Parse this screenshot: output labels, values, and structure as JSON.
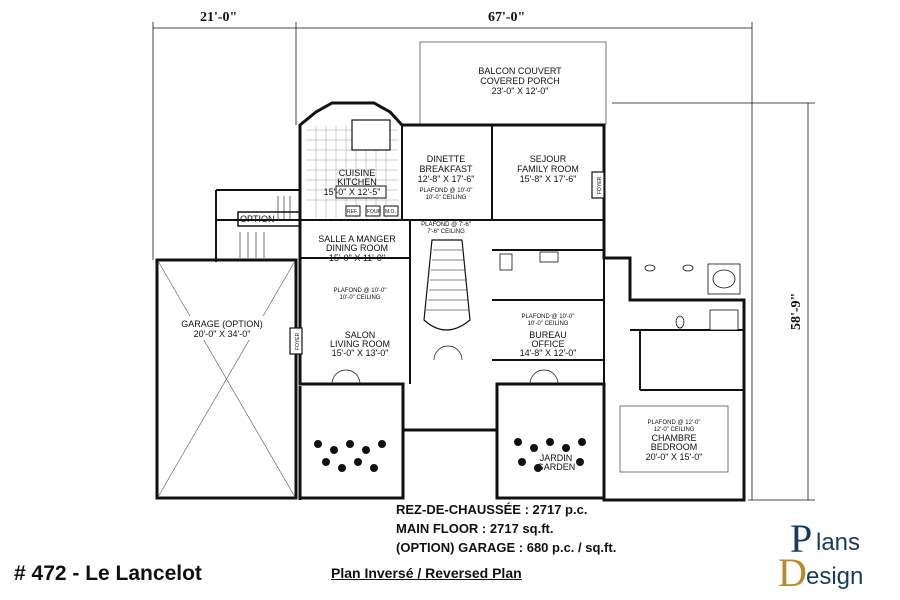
{
  "dimensions": {
    "left_width": "21'-0\"",
    "main_width": "67'-0\"",
    "depth": "58'-9\""
  },
  "rooms": {
    "porch": {
      "fr": "BALCON COUVERT",
      "en": "COVERED PORCH",
      "size": "23'-0\" X 12'-0\""
    },
    "kitchen": {
      "fr": "CUISINE",
      "en": "KITCHEN",
      "size": "15'-0\" X 12'-5\""
    },
    "breakfast": {
      "fr": "DINETTE",
      "en": "BREAKFAST",
      "size": "12'-8\" X 17'-6\"",
      "ceiling": "PLAFOND @ 10'-0\"",
      "ceiling_en": "10'-0\" CEILING"
    },
    "family": {
      "fr": "SEJOUR",
      "en": "FAMILY ROOM",
      "size": "15'-8\" X 17'-6\""
    },
    "option": {
      "label": "OPTION"
    },
    "dining": {
      "fr": "SALLE A MANGER",
      "en": "DINING ROOM",
      "size": "15'-0\" X 11'-0\"",
      "ceiling": "PLAFOND @ 10'-0\"",
      "ceiling_en": "10'-0\" CEILING"
    },
    "stair_ceiling": {
      "fr": "PLAFOND @ 7'-6\"",
      "en": "7'-6\" CEILING"
    },
    "garage": {
      "label": "GARAGE (OPTION)",
      "size": "20'-0\" X 34'-0\""
    },
    "living": {
      "fr": "SALON",
      "en": "LIVING ROOM",
      "size": "15'-0\" X 13'-0\""
    },
    "office": {
      "fr": "BUREAU",
      "en": "OFFICE",
      "size": "14'-8\" X 12'-0\"",
      "ceiling": "PLAFOND @ 10'-0\"",
      "ceiling_en": "10'-0\" CEILING"
    },
    "bedroom": {
      "fr": "CHAMBRE",
      "en": "BEDROOM",
      "size": "20'-0\" X 15'-0\"",
      "ceiling": "PLAFOND @ 12'-0\"",
      "ceiling_en": "12'-0\" CEILING"
    },
    "garden": {
      "fr": "JARDIN",
      "en": "GARDEN"
    }
  },
  "fixtures": {
    "fireplace": "FOYER",
    "fridge": "REF.",
    "oven": "FOUR",
    "microwave": "M.O."
  },
  "areas": {
    "fr": "REZ-DE-CHAUSSÉE : 2717 p.c.",
    "en": "MAIN FLOOR : 2717 sq.ft.",
    "garage": "(OPTION) GARAGE : 680 p.c. / sq.ft."
  },
  "title": "# 472 - Le Lancelot",
  "reversed": "Plan Inversé / Reversed Plan",
  "logo": {
    "top": "lans",
    "bottom": "esign",
    "p": "P",
    "d": "D"
  }
}
